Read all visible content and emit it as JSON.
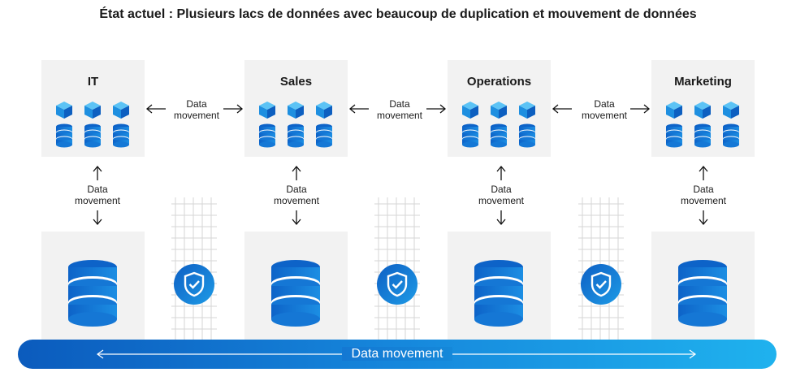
{
  "title": "État actuel : Plusieurs lacs de données avec beaucoup de duplication et mouvement de données",
  "departments": [
    {
      "name": "IT"
    },
    {
      "name": "Sales"
    },
    {
      "name": "Operations"
    },
    {
      "name": "Marketing"
    }
  ],
  "movement_label": {
    "line1": "Data",
    "line2": "movement"
  },
  "banner_label": "Data movement",
  "colors": {
    "accent_dark": "#0b5bbd",
    "accent_light": "#1fb2ee",
    "box_bg": "#f2f2f2"
  },
  "icons": [
    "cube-icon",
    "database-icon",
    "shield-check-icon",
    "double-arrow-icon"
  ]
}
